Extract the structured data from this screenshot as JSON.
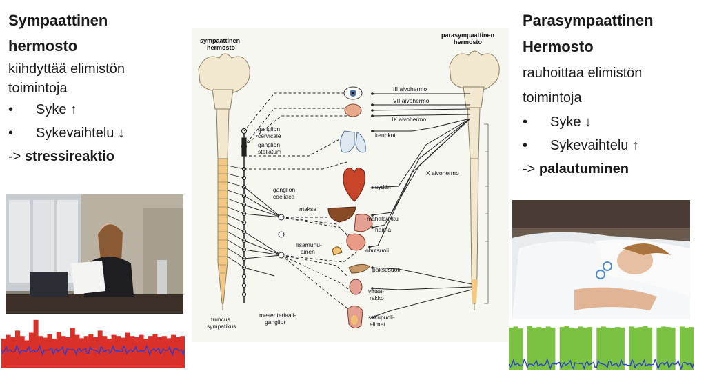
{
  "left": {
    "title_line1": "Sympaattinen",
    "title_line2": "hermosto",
    "subtitle_line1": "kiihdyttää elimistön",
    "subtitle_line2": "toimintoja",
    "bullets": [
      "Syke ↑",
      "Sykevaihtelu ↓"
    ],
    "result_prefix": "-> ",
    "result_bold": "stressireaktio"
  },
  "right": {
    "title_line1": "Parasympaattinen",
    "title_line2": "Hermosto",
    "subtitle_line1": "rauhoittaa elimistön",
    "subtitle_line2": "toimintoja",
    "bullets": [
      "Syke ↓",
      "Sykevaihtelu ↑"
    ],
    "result_prefix": "-> ",
    "result_bold": "palautuminen"
  },
  "diagram": {
    "left_header_1": "sympaattinen",
    "left_header_2": "hermosto",
    "right_header_1": "parasympaattinen",
    "right_header_2": "hermosto",
    "ganglion_cervicale_1": "ganglion",
    "ganglion_cervicale_2": "cervicale",
    "ganglion_stellatum_1": "ganglion",
    "ganglion_stellatum_2": "stellatum",
    "ganglion_coeliaca_1": "ganglion",
    "ganglion_coeliaca_2": "coeliaca",
    "mesenteriaali_1": "mesenteriaali-",
    "mesenteriaali_2": "gangliot",
    "truncus_1": "truncus",
    "truncus_2": "sympatikus",
    "nerve_iii": "III aivohermo",
    "nerve_vii": "VII aivohermo",
    "nerve_ix": "IX aivohermo",
    "nerve_x": "X aivohermo",
    "organ_keuhkot": "keuhkot",
    "organ_sydan": "sydän",
    "organ_maksa": "maksa",
    "organ_mahalaukku": "mahalaukku",
    "organ_haima": "haima",
    "organ_lisamunuainen_1": "lisämunu-",
    "organ_lisamunuainen_2": "ainen",
    "organ_ohutsuoli": "ohutsuoli",
    "organ_paksusuoli": "paksusuoli",
    "organ_virtsarakko_1": "virtsa-",
    "organ_virtsarakko_2": "rakko",
    "organ_sukupuolielimet_1": "sukupuoli-",
    "organ_sukupuolielimet_2": "elimet"
  },
  "colors": {
    "stress_bar": "#d9302a",
    "stress_line": "#2b3fd0",
    "recovery_bar": "#7cc242",
    "recovery_line": "#2b3fd0",
    "spine_fill": "#f2e8cf",
    "spine_segment": "#f2c884"
  },
  "chart_data": [
    {
      "type": "bar",
      "series": [
        {
          "values": [
            0.55,
            0.62,
            0.58,
            0.7,
            0.6,
            0.52,
            0.66,
            0.9,
            0.6,
            0.57,
            0.63,
            0.55,
            0.68,
            0.6,
            0.58,
            0.75,
            0.62,
            0.56,
            0.6,
            0.64,
            0.58,
            0.7,
            0.6,
            0.55,
            0.62,
            0.6,
            0.57,
            0.66,
            0.6,
            0.58,
            0.62,
            0.55,
            0.6,
            0.64,
            0.58,
            0.6,
            0.56,
            0.62,
            0.58,
            0.6
          ]
        }
      ]
    },
    {
      "type": "bar",
      "series": [
        {
          "values": [
            0.9,
            0.92,
            0.88,
            0.0,
            0.93,
            0.9,
            0.91,
            0.89,
            0.92,
            0.9,
            0.0,
            0.91,
            0.93,
            0.9,
            0.88,
            0.92,
            0.9,
            0.91,
            0.0,
            0.9,
            0.92,
            0.9,
            0.89,
            0.91,
            0.9,
            0.0,
            0.92,
            0.9,
            0.91,
            0.93,
            0.9,
            0.0,
            0.9,
            0.92,
            0.91,
            0.9,
            0.0,
            0.92,
            0.9,
            0.91
          ]
        }
      ]
    }
  ]
}
